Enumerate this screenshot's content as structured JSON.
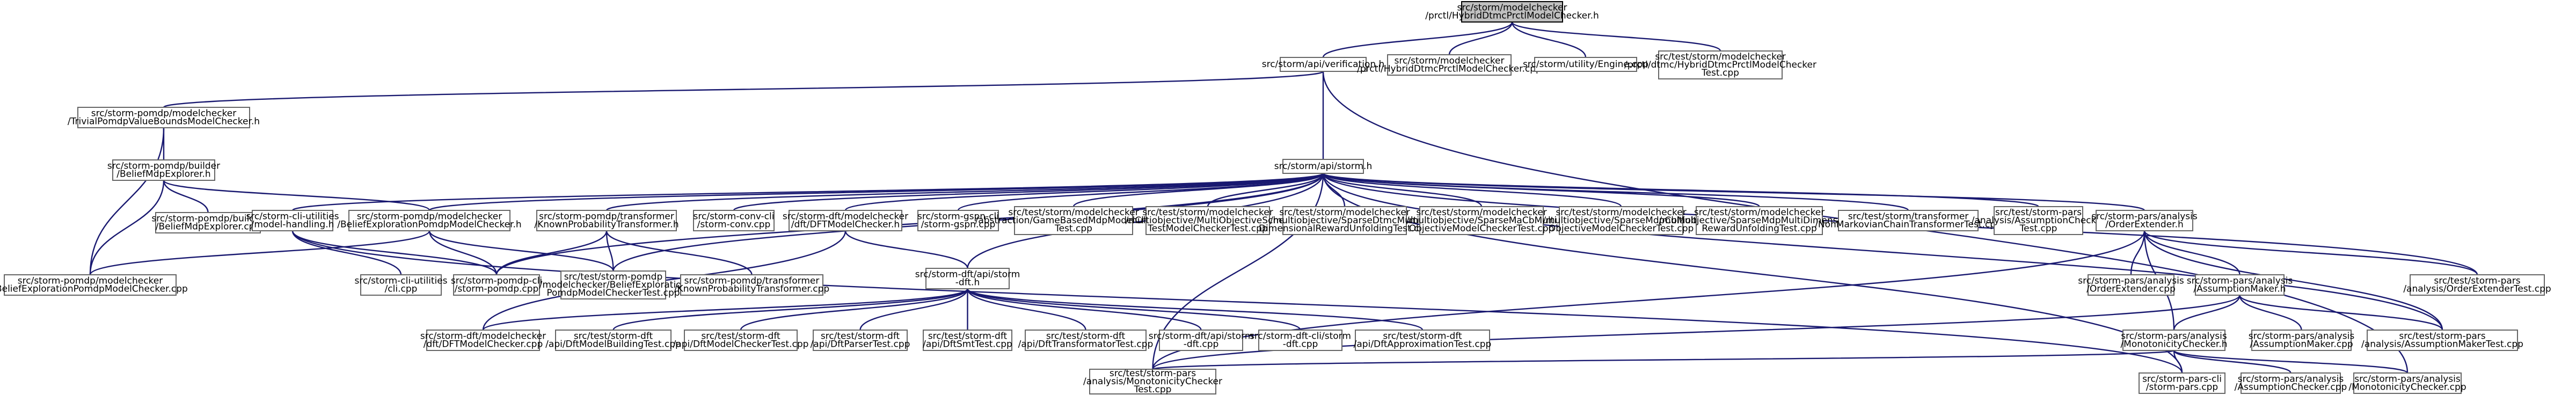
{
  "colors": {
    "edge": "#191970",
    "root_fill": "#bfbfbf",
    "node_fill": "#ffffff",
    "node_stroke": "#666666"
  },
  "nodes": [
    {
      "id": "root",
      "lines": [
        "src/storm/modelchecker",
        "/prctl/HybridDtmcPrctlModelChecker.h"
      ],
      "root": true
    },
    {
      "id": "verif",
      "lines": [
        "src/storm/api/verification.h"
      ]
    },
    {
      "id": "hyb_cpp",
      "lines": [
        "src/storm/modelchecker",
        "/prctl/HybridDtmcPrctlModelChecker.cpp"
      ]
    },
    {
      "id": "engine",
      "lines": [
        "src/storm/utility/Engine.cpp"
      ]
    },
    {
      "id": "test_hyb",
      "lines": [
        "src/test/storm/modelchecker",
        "/prctl/dtmc/HybridDtmcPrctlModelChecker",
        "Test.cpp"
      ]
    },
    {
      "id": "trivial",
      "lines": [
        "src/storm-pomdp/modelchecker",
        "/TrivialPomdpValueBoundsModelChecker.h"
      ]
    },
    {
      "id": "storm_h",
      "lines": [
        "src/storm/api/storm.h"
      ]
    },
    {
      "id": "bme_h",
      "lines": [
        "src/storm-pomdp/builder",
        "/BeliefMdpExplorer.h"
      ]
    },
    {
      "id": "bme_cpp",
      "lines": [
        "src/storm-pomdp/builder",
        "/BeliefMdpExplorer.cpp"
      ]
    },
    {
      "id": "cli_mh",
      "lines": [
        "src/storm-cli-utilities",
        "/model-handling.h"
      ]
    },
    {
      "id": "bepm_h",
      "lines": [
        "src/storm-pomdp/modelchecker",
        "/BeliefExplorationPomdpModelChecker.h"
      ]
    },
    {
      "id": "kpt_h",
      "lines": [
        "src/storm-pomdp/transformer",
        "/KnownProbabilityTransformer.h"
      ]
    },
    {
      "id": "conv_cli",
      "lines": [
        "src/storm-conv-cli",
        "/storm-conv.cpp"
      ]
    },
    {
      "id": "dft_mc_h",
      "lines": [
        "src/storm-dft/modelchecker",
        "/dft/DFTModelChecker.h"
      ]
    },
    {
      "id": "gspn_cli",
      "lines": [
        "src/storm-gspn-cli",
        "/storm-gspn.cpp"
      ]
    },
    {
      "id": "t_game",
      "lines": [
        "src/test/storm/modelchecker",
        "/abstraction/GameBasedMdpModelChecker",
        "Test.cpp"
      ]
    },
    {
      "id": "t_mo_sched",
      "lines": [
        "src/test/storm/modelchecker",
        "/multiobjective/MultiObjectiveSched",
        "TestModelCheckerTest.cpp"
      ]
    },
    {
      "id": "t_dtmc_multi",
      "lines": [
        "src/test/storm/modelchecker",
        "/multiobjective/SparseDtmcMulti",
        "DimensionalRewardUnfoldingTest.cpp"
      ]
    },
    {
      "id": "t_ma_multi",
      "lines": [
        "src/test/storm/modelchecker",
        "/multiobjective/SparseMaCbMulti",
        "ObjectiveModelCheckerTest.cpp"
      ]
    },
    {
      "id": "t_mdp_cb",
      "lines": [
        "src/test/storm/modelchecker",
        "/multiobjective/SparseMdpCbMulti",
        "ObjectiveModelCheckerTest.cpp"
      ]
    },
    {
      "id": "t_mdp_multi",
      "lines": [
        "src/test/storm/modelchecker",
        "/multiobjective/SparseMdpMultiDimensional",
        "RewardUnfoldingTest.cpp"
      ]
    },
    {
      "id": "t_nonmarkov",
      "lines": [
        "src/test/storm/transformer",
        "/NonMarkovianChainTransformerTest.cpp"
      ]
    },
    {
      "id": "t_pars_asm",
      "lines": [
        "src/test/storm-pars",
        "/analysis/AssumptionChecker",
        "Test.cpp"
      ]
    },
    {
      "id": "pars_oe_h",
      "lines": [
        "src/storm-pars/analysis",
        "/OrderExtender.h"
      ]
    },
    {
      "id": "bepm_cpp",
      "lines": [
        "src/storm-pomdp/modelchecker",
        "/BeliefExplorationPomdpModelChecker.cpp"
      ]
    },
    {
      "id": "cli_cpp",
      "lines": [
        "src/storm-cli-utilities",
        "/cli.cpp"
      ]
    },
    {
      "id": "pomdp_cli",
      "lines": [
        "src/storm-pomdp-cli",
        "/storm-pomdp.cpp"
      ]
    },
    {
      "id": "t_bepm",
      "lines": [
        "src/test/storm-pomdp",
        "/modelchecker/BeliefExploration",
        "PomdpModelCheckerTest.cpp"
      ]
    },
    {
      "id": "kpt_cpp",
      "lines": [
        "src/storm-pomdp/transformer",
        "/KnownProbabilityTransformer.cpp"
      ]
    },
    {
      "id": "dft_api_h",
      "lines": [
        "src/storm-dft/api/storm",
        "-dft.h"
      ]
    },
    {
      "id": "oe_cpp",
      "lines": [
        "src/storm-pars/analysis",
        "/OrderExtender.cpp"
      ]
    },
    {
      "id": "am_h",
      "lines": [
        "src/storm-pars/analysis",
        "/AssumptionMaker.h"
      ]
    },
    {
      "id": "t_oe",
      "lines": [
        "src/test/storm-pars",
        "/analysis/OrderExtenderTest.cpp"
      ]
    },
    {
      "id": "dft_mc_cpp",
      "lines": [
        "src/storm-dft/modelchecker",
        "/dft/DFTModelChecker.cpp"
      ]
    },
    {
      "id": "t_dft_build",
      "lines": [
        "src/test/storm-dft",
        "/api/DftModelBuildingTest.cpp"
      ]
    },
    {
      "id": "t_dft_mc",
      "lines": [
        "src/test/storm-dft",
        "/api/DftModelCheckerTest.cpp"
      ]
    },
    {
      "id": "t_dft_parser",
      "lines": [
        "src/test/storm-dft",
        "/api/DftParserTest.cpp"
      ]
    },
    {
      "id": "t_dft_smt",
      "lines": [
        "src/test/storm-dft",
        "/api/DftSmtTest.cpp"
      ]
    },
    {
      "id": "t_dft_transf",
      "lines": [
        "src/test/storm-dft",
        "/api/DftTransformatorTest.cpp"
      ]
    },
    {
      "id": "dft_api_cpp",
      "lines": [
        "src/storm-dft/api/storm",
        "-dft.cpp"
      ]
    },
    {
      "id": "dft_cli",
      "lines": [
        "src/storm-dft-cli/storm",
        "-dft.cpp"
      ]
    },
    {
      "id": "t_dft_approx",
      "lines": [
        "src/test/storm-dft",
        "/api/DftApproximationTest.cpp"
      ]
    },
    {
      "id": "mc_h",
      "lines": [
        "src/storm-pars/analysis",
        "/MonotonicityChecker.h"
      ]
    },
    {
      "id": "am_cpp",
      "lines": [
        "src/storm-pars/analysis",
        "/AssumptionMaker.cpp"
      ]
    },
    {
      "id": "t_am",
      "lines": [
        "src/test/storm-pars",
        "/analysis/AssumptionMakerTest.cpp"
      ]
    },
    {
      "id": "t_mono",
      "lines": [
        "src/test/storm-pars",
        "/analysis/MonotonicityChecker",
        "Test.cpp"
      ]
    },
    {
      "id": "pars_cli",
      "lines": [
        "src/storm-pars-cli",
        "/storm-pars.cpp"
      ]
    },
    {
      "id": "ac_cpp",
      "lines": [
        "src/storm-pars/analysis",
        "/AssumptionChecker.cpp"
      ]
    },
    {
      "id": "mc_cpp",
      "lines": [
        "src/storm-pars/analysis",
        "/MonotonicityChecker.cpp"
      ]
    }
  ],
  "edges": [
    [
      "root",
      "verif"
    ],
    [
      "root",
      "hyb_cpp"
    ],
    [
      "root",
      "engine"
    ],
    [
      "root",
      "test_hyb"
    ],
    [
      "verif",
      "trivial"
    ],
    [
      "verif",
      "storm_h"
    ],
    [
      "verif",
      "mc_cpp"
    ],
    [
      "trivial",
      "bme_h"
    ],
    [
      "trivial",
      "bepm_cpp"
    ],
    [
      "bme_h",
      "bme_cpp"
    ],
    [
      "bme_h",
      "bepm_h"
    ],
    [
      "bme_h",
      "bepm_cpp"
    ],
    [
      "storm_h",
      "cli_mh"
    ],
    [
      "storm_h",
      "bepm_h"
    ],
    [
      "storm_h",
      "kpt_h"
    ],
    [
      "storm_h",
      "conv_cli"
    ],
    [
      "storm_h",
      "dft_mc_h"
    ],
    [
      "storm_h",
      "gspn_cli"
    ],
    [
      "storm_h",
      "t_game"
    ],
    [
      "storm_h",
      "t_mo_sched"
    ],
    [
      "storm_h",
      "t_dtmc_multi"
    ],
    [
      "storm_h",
      "t_ma_multi"
    ],
    [
      "storm_h",
      "t_mdp_cb"
    ],
    [
      "storm_h",
      "t_mdp_multi"
    ],
    [
      "storm_h",
      "t_nonmarkov"
    ],
    [
      "storm_h",
      "t_pars_asm"
    ],
    [
      "storm_h",
      "pars_oe_h"
    ],
    [
      "storm_h",
      "pomdp_cli"
    ],
    [
      "storm_h",
      "t_bepm"
    ],
    [
      "storm_h",
      "t_oe"
    ],
    [
      "storm_h",
      "t_am"
    ],
    [
      "storm_h",
      "pars_cli"
    ],
    [
      "storm_h",
      "t_mono"
    ],
    [
      "storm_h",
      "dft_api_h"
    ],
    [
      "cli_mh",
      "cli_cpp"
    ],
    [
      "cli_mh",
      "pomdp_cli"
    ],
    [
      "cli_mh",
      "pars_cli"
    ],
    [
      "bepm_h",
      "bepm_cpp"
    ],
    [
      "bepm_h",
      "pomdp_cli"
    ],
    [
      "bepm_h",
      "t_bepm"
    ],
    [
      "kpt_h",
      "kpt_cpp"
    ],
    [
      "kpt_h",
      "pomdp_cli"
    ],
    [
      "kpt_h",
      "t_bepm"
    ],
    [
      "dft_mc_h",
      "dft_mc_cpp"
    ],
    [
      "dft_mc_h",
      "dft_api_h"
    ],
    [
      "dft_api_h",
      "dft_mc_cpp"
    ],
    [
      "dft_api_h",
      "t_dft_build"
    ],
    [
      "dft_api_h",
      "t_dft_mc"
    ],
    [
      "dft_api_h",
      "t_dft_parser"
    ],
    [
      "dft_api_h",
      "t_dft_smt"
    ],
    [
      "dft_api_h",
      "t_dft_transf"
    ],
    [
      "dft_api_h",
      "dft_api_cpp"
    ],
    [
      "dft_api_h",
      "dft_cli"
    ],
    [
      "dft_api_h",
      "t_dft_approx"
    ],
    [
      "pars_oe_h",
      "oe_cpp"
    ],
    [
      "pars_oe_h",
      "am_h"
    ],
    [
      "pars_oe_h",
      "t_oe"
    ],
    [
      "pars_oe_h",
      "mc_h"
    ],
    [
      "pars_oe_h",
      "t_mono"
    ],
    [
      "pars_oe_h",
      "t_am"
    ],
    [
      "am_h",
      "mc_h"
    ],
    [
      "am_h",
      "am_cpp"
    ],
    [
      "am_h",
      "t_am"
    ],
    [
      "am_h",
      "t_mono"
    ],
    [
      "mc_h",
      "t_mono"
    ],
    [
      "mc_h",
      "pars_cli"
    ],
    [
      "mc_h",
      "ac_cpp"
    ],
    [
      "mc_h",
      "mc_cpp"
    ]
  ]
}
